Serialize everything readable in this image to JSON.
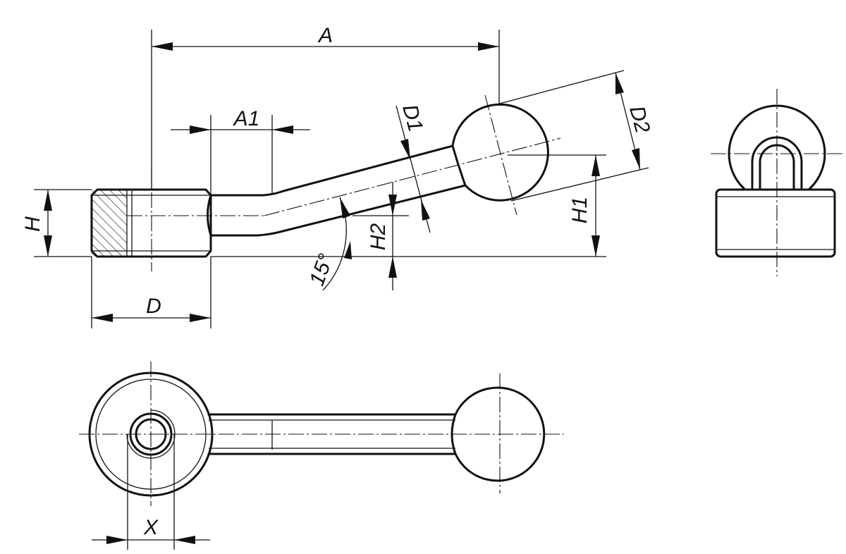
{
  "labels": {
    "A": "A",
    "A1": "A1",
    "D1": "D1",
    "D2": "D2",
    "H": "H",
    "H1": "H1",
    "H2": "H2",
    "D": "D",
    "angle": "15°",
    "X": "X"
  }
}
